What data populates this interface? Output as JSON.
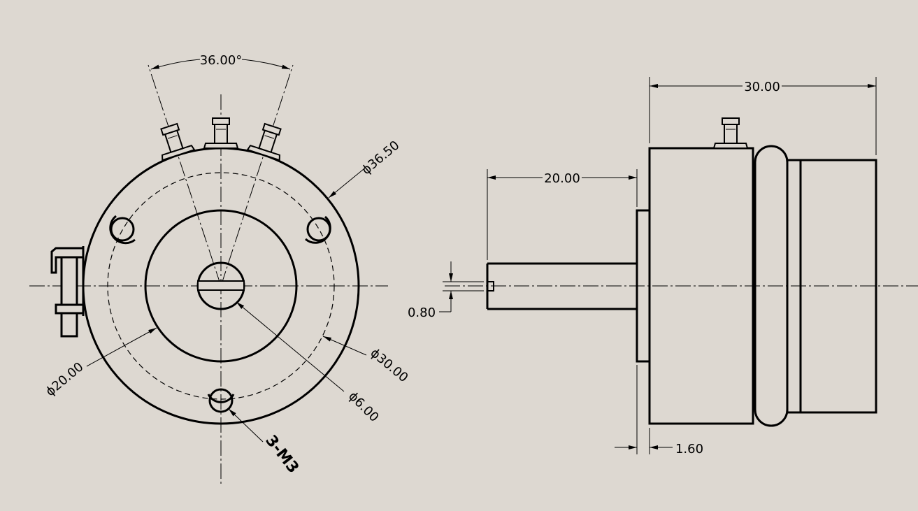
{
  "colors": {
    "background": "#ddd8d1",
    "line": "#000000"
  },
  "dimensions": {
    "angle": "36.00°",
    "outer_diameter": "ϕ36.50",
    "bolt_circle": "ϕ30.00",
    "hub_diameter": "ϕ20.00",
    "shaft_diameter": "ϕ6.00",
    "holes": "3-M3",
    "overall_length": "30.00",
    "shaft_length": "20.00",
    "slot_width": "0.80",
    "flange_thickness": "1.60"
  }
}
